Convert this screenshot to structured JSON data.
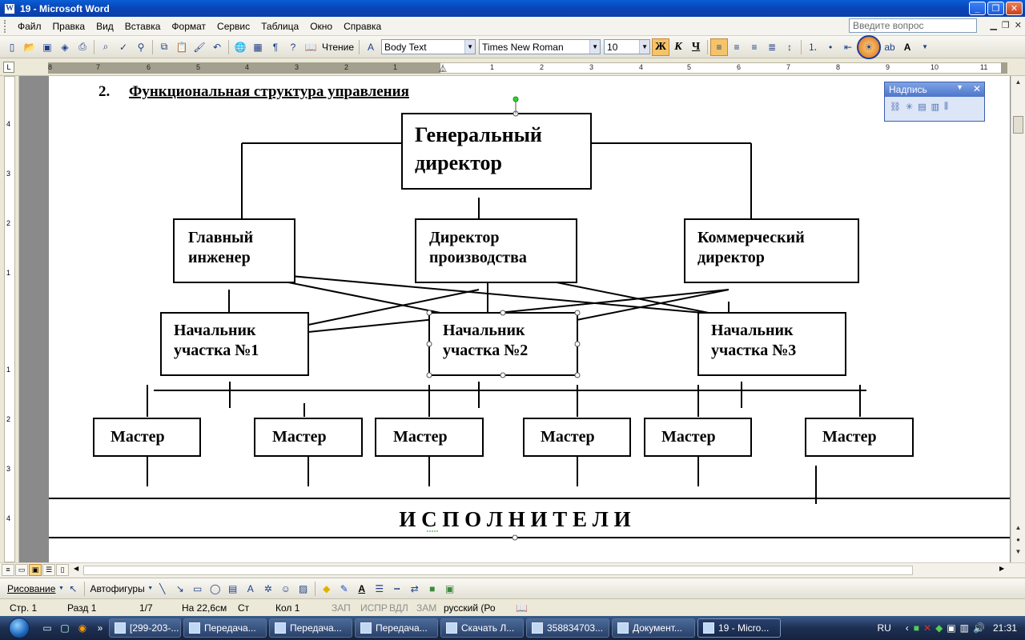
{
  "window": {
    "title": "19 - Microsoft Word",
    "help_placeholder": "Введите вопрос"
  },
  "menu": [
    "Файл",
    "Правка",
    "Вид",
    "Вставка",
    "Формат",
    "Сервис",
    "Таблица",
    "Окно",
    "Справка"
  ],
  "toolbar": {
    "reading_label": "Чтение",
    "style": "Body Text",
    "font": "Times New Roman",
    "size": "10",
    "bold": "Ж",
    "italic": "К",
    "underline": "Ч"
  },
  "ruler": {
    "left_numbers": [
      "8",
      "7",
      "6",
      "5",
      "4",
      "3",
      "2",
      "1"
    ],
    "right_numbers": [
      "1",
      "2",
      "3",
      "4",
      "5",
      "6",
      "7",
      "8",
      "9",
      "10",
      "11"
    ]
  },
  "vruler_numbers": [
    "4",
    "3",
    "2",
    "1",
    "1",
    "2",
    "3",
    "4"
  ],
  "document": {
    "heading_number": "2.",
    "heading_text": "Функциональная структура управления",
    "general_director": [
      "Генеральный",
      "директор"
    ],
    "chief_engineer": [
      "Главный",
      "инженер"
    ],
    "production_director": [
      "Директор",
      "производства"
    ],
    "commercial_director": [
      "Коммерческий",
      "директор"
    ],
    "section_chief_1": [
      "Начальник",
      "участка №1"
    ],
    "section_chief_2": [
      "Начальник",
      "участка №2"
    ],
    "section_chief_3": [
      "Начальник",
      "участка №3"
    ],
    "master_label": "Мастер",
    "executors_label": "И С П О Л Н И Т Е Л И"
  },
  "textbox_panel": {
    "title": "Надпись"
  },
  "drawing_toolbar": {
    "drawing_label": "Рисование",
    "autoshapes_label": "Автофигуры"
  },
  "status": {
    "page": "Стр. 1",
    "section": "Разд 1",
    "pages": "1/7",
    "position": "На 22,6см",
    "line": "Ст",
    "column": "Кол 1",
    "rec": "ЗАП",
    "trk": "ИСПР",
    "ext": "ВДЛ",
    "ovr": "ЗАМ",
    "language": "русский (Ро"
  },
  "taskbar": {
    "tasks": [
      "[299-203-...",
      "Передача...",
      "Передача...",
      "Передача...",
      "Скачать Л...",
      "358834703...",
      "Документ...",
      "19 - Micro..."
    ],
    "lang": "RU",
    "time": "21:31"
  }
}
